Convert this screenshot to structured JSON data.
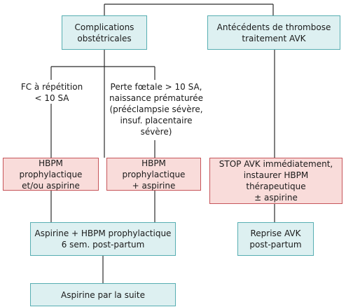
{
  "nodes": {
    "complications": "Complications\nobstétricales",
    "thrombose": "Antécédents de thrombose\ntraitement AVK",
    "hbpm_aspirine": "HBPM prophylactique\net/ou aspirine",
    "hbpm_plus_aspirine": "HBPM prophylactique\n+ aspirine",
    "stop_avk": "STOP AVK immédiatement,\ninstaurer HBPM thérapeutique\n± aspirine",
    "aspirine_hbpm_6sem": "Aspirine + HBPM prophylactique\n6 sem. post-partum",
    "reprise_avk": "Reprise AVK\npost-partum",
    "aspirine_suite": "Aspirine par la suite"
  },
  "labels": {
    "fc_repetition": "FC à répétition\n< 10 SA",
    "perte_foetale": "Perte fœtale > 10 SA,\nnaissance prématurée\n(prééclampsie sévère,\ninsuf. placentaire\nsévère)"
  },
  "colors": {
    "teal_fill": "#ddf0f1",
    "teal_border": "#57aeb2",
    "pink_fill": "#f9dcda",
    "pink_border": "#c6555a",
    "line": "#2b2b2b"
  }
}
